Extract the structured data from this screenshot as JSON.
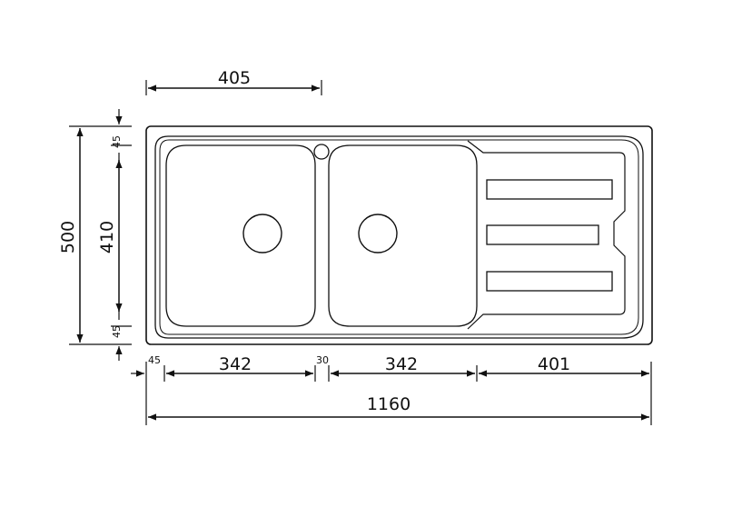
{
  "dimensions": {
    "tap_offset": "405",
    "overall_depth": "500",
    "bowl_depth": "410",
    "top_margin": "45",
    "bottom_margin": "45",
    "left_margin": "45",
    "bowl1_width": "342",
    "bowl_gap": "30",
    "bowl2_width": "342",
    "drainer_width": "401",
    "overall_width": "1160"
  },
  "colors": {
    "line": "#111111",
    "background": "#ffffff"
  }
}
